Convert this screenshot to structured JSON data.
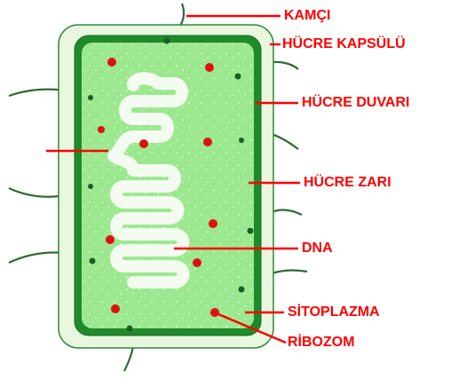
{
  "labels": {
    "flagellum": "KAMÇI",
    "capsule": "HÜCRE KAPSÜLÜ",
    "cell_wall": "HÜCRE DUVARI",
    "cell_membrane": "HÜCRE ZARI",
    "dna": "DNA",
    "cytoplasm": "SİTOPLAZMA",
    "ribosome": "RİBOZOM"
  },
  "colors": {
    "label_text": "#ff0000",
    "pointer_line": "#ff0000",
    "capsule_fill": "#e9f7df",
    "capsule_stroke": "#2e8b3a",
    "wall": "#1f8a2a",
    "cytoplasm": "#9be88f",
    "dna": "#f4fbf0",
    "ribosome": "#e01010",
    "flagella": "#2f6b33"
  }
}
